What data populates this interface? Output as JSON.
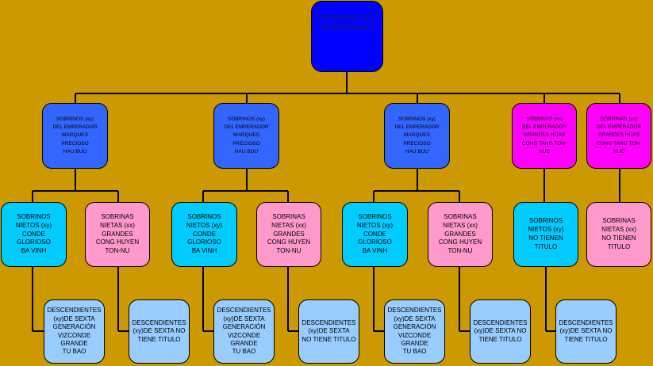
{
  "colors": {
    "background": "#cc9900",
    "root": "#0000ff",
    "blue": "#3366ff",
    "magenta": "#ff00ff",
    "cyan": "#00ccff",
    "pink": "#ff99cc",
    "lightblue": "#99ccff",
    "line": "#000000"
  },
  "root": {
    "label": "HERMANO DEL\nEMPERADOR"
  },
  "sobrinos": [
    {
      "label": "SOBRINOS (xy)\nDEL EMPERADOR\nMARQUES\nPRECIOSO\nHAU BUU"
    },
    {
      "label": "SOBRINOS (xy)\nDEL EMPERADOR\nMARQUES\nPRECIOSO\nHAU BUU"
    },
    {
      "label": "SOBRINOS (xy)\nDEL EMPERADOR\nMARQUES\nPRECIOSO\nHAU BUU"
    },
    {
      "label": "SOBRINAS (xx)\nDEL EMPERADOR\nGRANDES HIJAS\nCONG TANG TON-\nNUC"
    },
    {
      "label": "SOBRINAS (xx)\nDEL EMPERADOR\nGRANDES HIJAS\nCONG TANG TON-\nNUC"
    }
  ],
  "nietos": [
    {
      "label": "SOBRINOS\nNIETOS (xy)\nCONDE\nGLORIOSO\nBA VINH"
    },
    {
      "label": "SOBRINAS\nNIETAS (xx)\nGRANDES\nCONG HUYEN\nTON-NU"
    },
    {
      "label": "SOBRINOS\nNIETOS (xy)\nCONDE\nGLORIOSO\nBA VINH"
    },
    {
      "label": "SOBRINAS\nNIETAS (xx)\nGRANDES\nCONG HUYEN\nTON-NU"
    },
    {
      "label": "SOBRINOS\nNIETOS (xy)\nCONDE\nGLORIOSO\nBA VINH"
    },
    {
      "label": "SOBRINAS\nNIETAS (xx)\nGRANDES\nCONG HUYEN\nTON-NU"
    },
    {
      "label": "SOBRINOS\nNIETOS (xy)\nNO TIENEN\nTITULO"
    },
    {
      "label": "SOBRINAS\nNIETAS (xx)\nNO TIENEN\nTITULO"
    }
  ],
  "descendientes": [
    {
      "label": "DESCENDIENTES\n(xy)DE SEXTA\nGENERACIÓN\nVIZCONDE\nGRANDE\nTU BAO"
    },
    {
      "label": "DESCENDIENTES\n(xy)DE SEXTA NO\nTIENE TITULO"
    },
    {
      "label": "DESCENDIENTES\n(xy)DE SEXTA\nGENERACIÓN\nVIZCONDE\nGRANDE\nTU BAO"
    },
    {
      "label": "DESCENDIENTES\n(xy)DE SEXTA\nNO TIENE TITULO"
    },
    {
      "label": "DESCENDIENTES\n(xy)DE SEXTA\nGENERACIÓN\nVIZCONDE\nGRANDE\nTU BAO"
    },
    {
      "label": "DESCENDIENTES\n(xy)DE SEXTA NO\nTIENE TITULO"
    },
    {
      "label": "DESCENDIENTES\n(xy)DE SEXTA NO\nTIENE TITULO"
    }
  ]
}
